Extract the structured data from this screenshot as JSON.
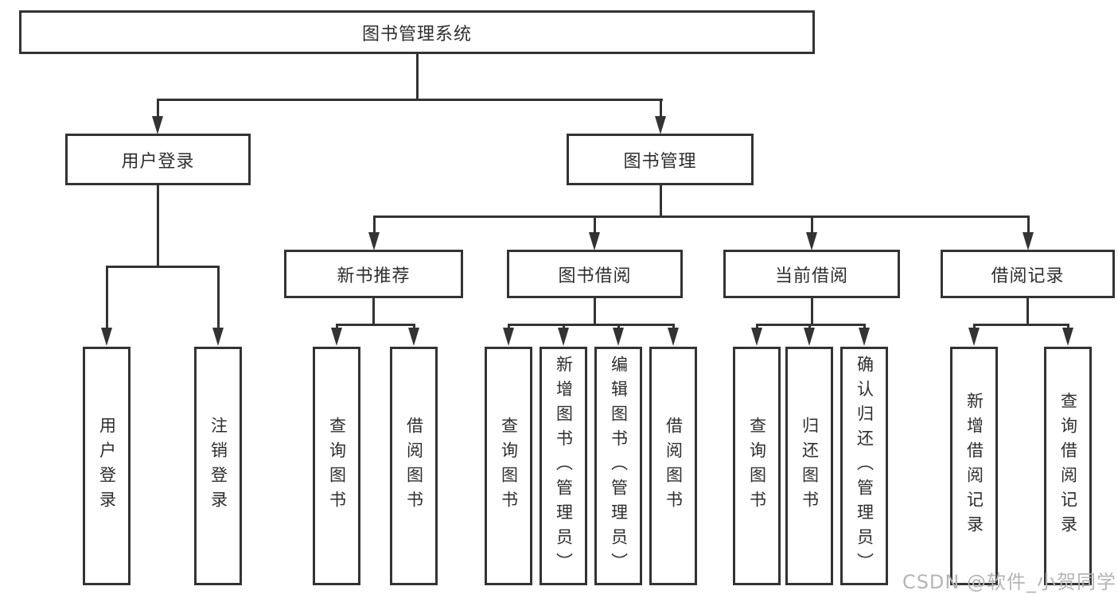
{
  "diagram": {
    "root": {
      "label": "图书管理系统"
    },
    "level2": [
      {
        "label": "用户登录"
      },
      {
        "label": "图书管理"
      }
    ],
    "level3": [
      {
        "label": "新书推荐"
      },
      {
        "label": "图书借阅"
      },
      {
        "label": "当前借阅"
      },
      {
        "label": "借阅记录"
      }
    ],
    "leaves": {
      "login": [
        "用户登录",
        "注销登录"
      ],
      "newbook": [
        "查询图书",
        "借阅图书"
      ],
      "borrow": [
        "查询图书",
        "新增图书（管理员）",
        "编辑图书（管理员）",
        "借阅图书"
      ],
      "current": [
        "查询图书",
        "归还图书",
        "确认归还（管理员）"
      ],
      "records": [
        "新增借阅记录",
        "查询借阅记录"
      ]
    },
    "colors": {
      "line": "#333333",
      "text": "#2e2e2e",
      "watermark": "#b5b5b5",
      "background": "#ffffff"
    }
  },
  "watermark": {
    "text": "CSDN @软件_小贺同学"
  }
}
